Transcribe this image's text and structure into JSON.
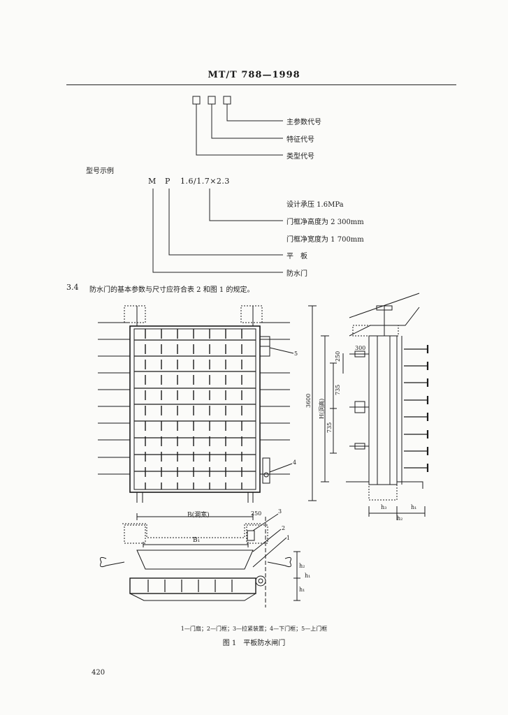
{
  "header": {
    "standard_code": "MT/T 788—1998"
  },
  "code_scheme": {
    "labels": [
      "主参数代号",
      "特征代号",
      "类型代号"
    ]
  },
  "model_example": {
    "title": "型号示例",
    "code_m": "M",
    "code_p": "P",
    "code_params": "1.6/1.7×2.3",
    "items": [
      "设计承压 1.6MPa",
      "门框净高度为 2 300mm",
      "门框净宽度为 1 700mm",
      "平　板",
      "防水门"
    ]
  },
  "clause": {
    "number": "3.4",
    "text": "防水门的基本参数与尺寸应符合表 2 和图 1 的规定。"
  },
  "figure": {
    "dims": {
      "d300": "300",
      "d250a": "250",
      "d735a": "735",
      "d735b": "735",
      "d3600": "3600",
      "h_label": "H(洞高)",
      "b_label": "B(洞宽)",
      "b1": "B₁",
      "d250b": "250",
      "h3": "h₃",
      "h1": "h₁",
      "h2": "h₂",
      "h2_side": "h₂",
      "h1_side": "h₁",
      "h1_side2": "h₁"
    },
    "callouts": [
      "1",
      "2",
      "3",
      "4",
      "5"
    ],
    "legend": "1—门扇；2—门框；3—拉紧装置；4—下门框；5—上门框",
    "caption": "图 1　平板防水闸门"
  },
  "footer": {
    "page_number": "420"
  }
}
